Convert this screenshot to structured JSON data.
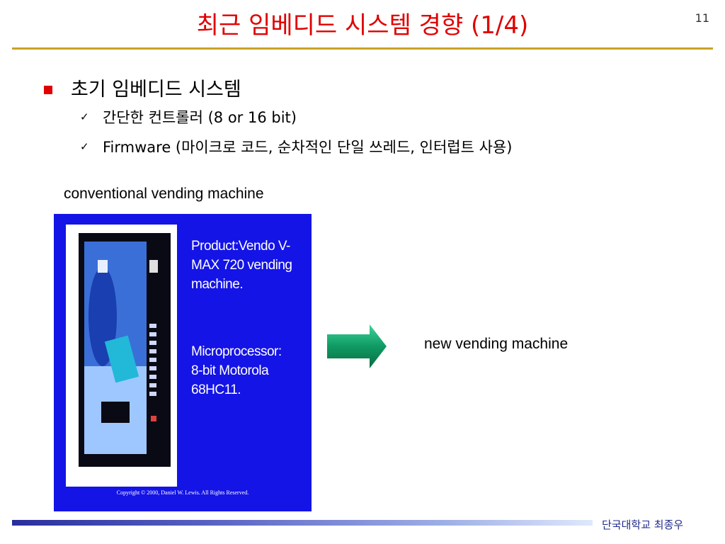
{
  "slide": {
    "title": "최근 임베디드 시스템 경향 (1/4)",
    "page_number": "11",
    "bullet": "초기 임베디드 시스템",
    "sub_items": [
      {
        "check": "✓",
        "text": "간단한 컨트롤러 (8 or 16 bit)"
      },
      {
        "check": "✓",
        "text": "Firmware (마이크로 코드, 순차적인 단일 쓰레드, 인터럽트 사용)"
      }
    ],
    "caption_left": "conventional vending machine",
    "caption_right": "new vending machine",
    "photo": {
      "product_line1": "Product:Vendo V-",
      "product_line2": "MAX 720 vending",
      "product_line3": "machine.",
      "micro_line1": "Microprocessor:",
      "micro_line2": "8-bit Motorola",
      "micro_line3": "68HC11.",
      "copyright": "Copyright © 2000, Daniel W. Lewis.  All Rights Reserved."
    },
    "footer": "단국대학교  최종우"
  },
  "colors": {
    "title": "#e00000",
    "rule": "#c9a227",
    "photo_bg": "#1414e6",
    "arrow": "#0f9a63",
    "footer_text": "#1f2a8a"
  }
}
